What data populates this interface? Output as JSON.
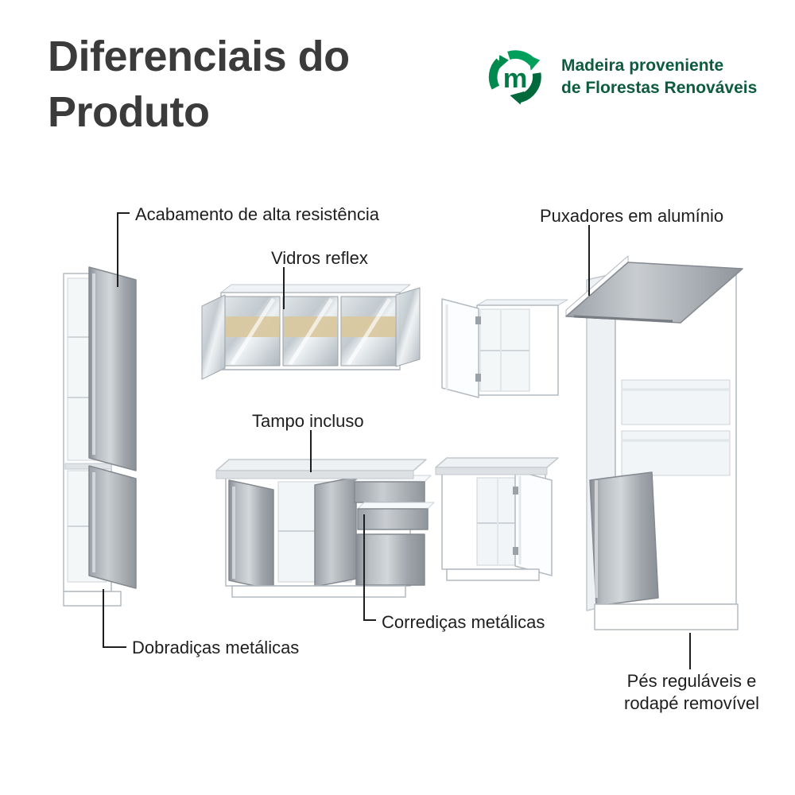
{
  "page": {
    "title": "Diferenciais do\nProduto",
    "eco_badge": {
      "line1": "Madeira proveniente",
      "line2": "de Florestas Renováveis",
      "logo_letter": "m"
    }
  },
  "callouts": {
    "acabamento": "Acabamento de alta resistência",
    "vidros": "Vidros reflex",
    "puxadores": "Puxadores em alumínio",
    "tampo": "Tampo incluso",
    "corredicas": "Corrediças metálicas",
    "dobradicas": "Dobradiças metálicas",
    "pes": "Pés reguláveis e\nrodapé removível"
  },
  "icons": {
    "eco_logo": "recycle-icon"
  },
  "colors": {
    "title_text": "#3b3b3b",
    "label_text": "#1e1e1e",
    "leader_line": "#1f1f1f",
    "eco_green": "#008a4e",
    "eco_text_green": "#0d5c3d",
    "cabinet_white": "#ffffff",
    "door_gray": "#a8aeb4",
    "glass_band_tan": "#d9c8a0"
  }
}
